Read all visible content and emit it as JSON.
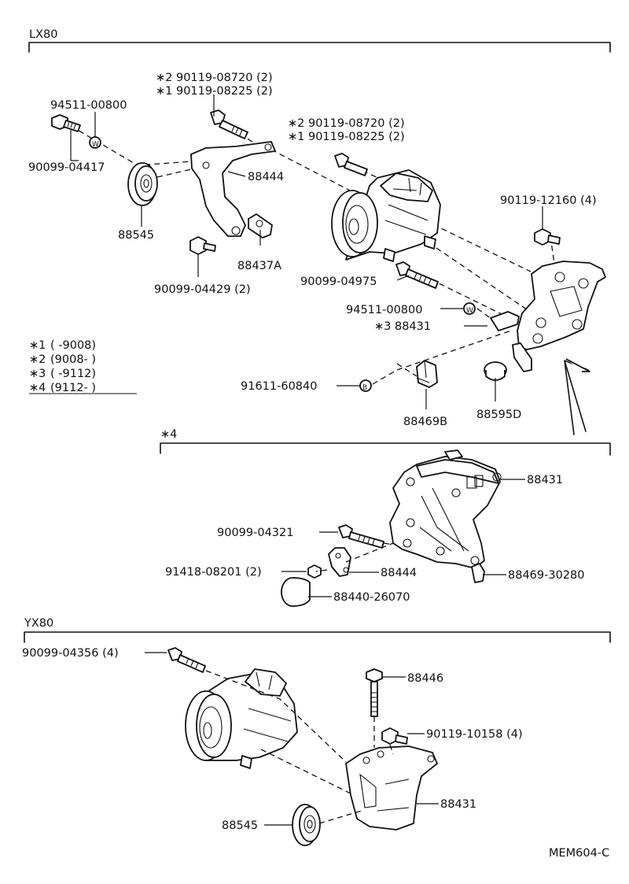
{
  "sections": {
    "lx80": "LX80",
    "star4": "∗4",
    "yx80": "YX80"
  },
  "legend": [
    {
      "mark": "∗1",
      "range": "(        -9008)"
    },
    {
      "mark": "∗2",
      "range": "(9008-         )"
    },
    {
      "mark": "∗3",
      "range": "(        -9112)"
    },
    {
      "mark": "∗4",
      "range": "(9112-         )"
    }
  ],
  "labels": {
    "l_bolt1_a": "∗2  90119-08720 (2)",
    "l_bolt1_b": "∗1  90119-08225 (2)",
    "l_bolt2_a": "∗2  90119-08720 (2)",
    "l_bolt2_b": "∗1  90119-08225 (2)",
    "l_94511_a": "94511-00800",
    "l_90099_04417": "90099-04417",
    "l_88444_a": "88444",
    "l_88545_a": "88545",
    "l_88437a": "88437A",
    "l_90099_04429": "90099-04429 (2)",
    "l_90119_12160": "90119-12160 (4)",
    "l_90099_04975": "90099-04975",
    "l_94511_b": "94511-00800",
    "l_88431_a": "∗3  88431",
    "l_91611": "91611-60840",
    "l_88469b": "88469B",
    "l_88595d": "88595D",
    "l_88431_b": "88431",
    "l_90099_04321": "90099-04321",
    "l_91418": "91418-08201 (2)",
    "l_88444_b": "88444",
    "l_88469_30280": "88469-30280",
    "l_88440": "88440-26070",
    "l_90099_04356": "90099-04356 (4)",
    "l_88446": "88446",
    "l_90119_10158": "90119-10158 (4)",
    "l_88431_c": "88431",
    "l_88545_b": "88545"
  },
  "footer": {
    "code": "MEM604-C"
  }
}
